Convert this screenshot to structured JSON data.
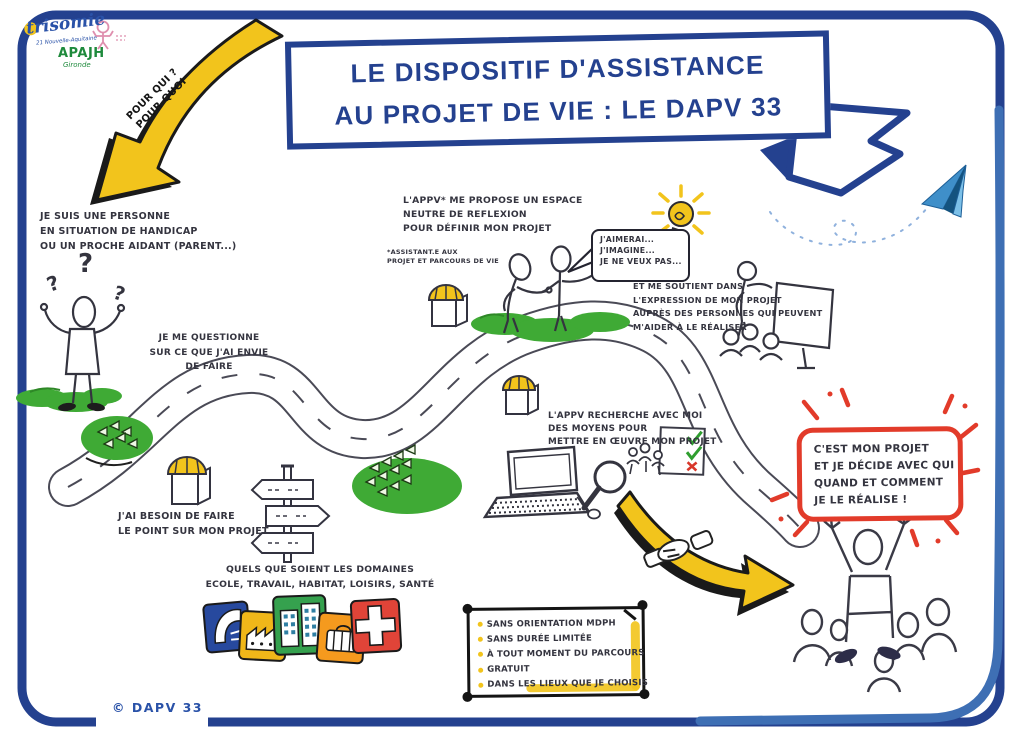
{
  "colors": {
    "frame_blue": "#24418f",
    "frame_blue_light": "#3e6fb4",
    "marker_yellow": "#f2c41c",
    "grass_green": "#3faa35",
    "alert_red": "#e23b2a",
    "ink": "#34343f",
    "logo_blue": "#2a52a8",
    "logo_green": "#1e8a3c",
    "plane_blue": "#3f8fc9"
  },
  "header": {
    "logo_trisomie": "trisomie",
    "logo_trisomie_sub": "21 Nouvelle-Aquitaine",
    "logo_apajh": "APAJH",
    "logo_apajh_sub": "Gironde",
    "title_line1": "LE DISPOSITIF D'ASSISTANCE",
    "title_line2": "AU PROJET DE VIE : LE DAPV 33"
  },
  "arrow_label": "POUR QUI ?\nPOUR QUOI",
  "blocks": {
    "persona": "JE SUIS UNE PERSONNE\nEN SITUATION DE HANDICAP\nOU UN PROCHE AIDANT (PARENT...)",
    "questionne": "JE ME QUESTIONNE\nSUR CE QUE J'AI ENVIE\nDE FAIRE",
    "appv_espace": "L'APPV* ME PROPOSE UN ESPACE\nNEUTRE DE REFLEXION\nPOUR DÉFINIR MON PROJET",
    "appv_footnote": "*ASSISTANT.E AUX\nPROJET ET PARCOURS DE VIE",
    "bubble": "J'AIMERAI...\nJ'IMAGINE...\nJE NE VEUX PAS...",
    "soutient": "ET ME SOUTIENT DANS\nL'EXPRESSION DE MON PROJET\nAUPRÈS DES PERSONNES QUI PEUVENT\nM'AIDER À LE RÉALISER",
    "recherche": "L'APPV RECHERCHE AVEC MOI\nDES MOYENS POUR\nMETTRE EN ŒUVRE MON PROJET",
    "besoin": "J'AI BESOIN DE FAIRE\nLE POINT SUR MON PROJET",
    "domaines": "QUELS QUE SOIENT LES DOMAINES\nECOLE, TRAVAIL, HABITAT, LOISIRS, SANTÉ",
    "decide": "C'EST MON PROJET\nET JE DÉCIDE AVEC QUI\nQUAND ET COMMENT\nJE LE RÉALISE !"
  },
  "conditions": {
    "items": [
      "SANS ORIENTATION MDPH",
      "SANS DURÉE LIMITÉE",
      "À TOUT MOMENT DU PARCOURS",
      "GRATUIT",
      "DANS LES LIEUX QUE JE CHOISIS"
    ]
  },
  "footer": {
    "copyright": "© DAPV 33"
  },
  "icons": {
    "question_marks": "?",
    "check_mark": "✓",
    "cross_mark": "✗",
    "domain_icons": [
      "school-icon",
      "work-icon",
      "housing-icon",
      "leisure-icon",
      "health-icon"
    ]
  }
}
